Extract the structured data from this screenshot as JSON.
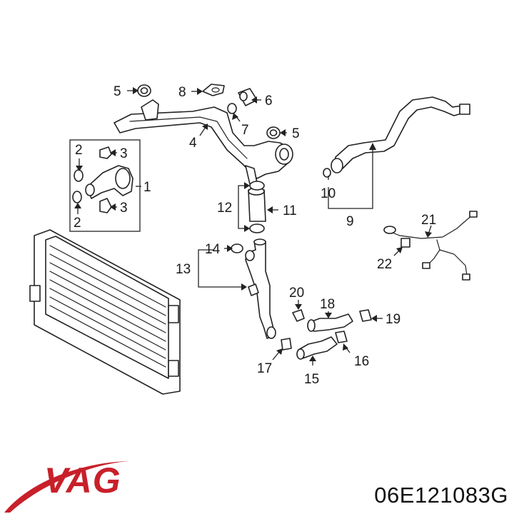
{
  "brand": {
    "name": "VAG",
    "color": "#c8202a"
  },
  "part_number": "06E121083G",
  "callouts": [
    "1",
    "2",
    "2",
    "3",
    "3",
    "4",
    "5",
    "5",
    "6",
    "7",
    "8",
    "9",
    "10",
    "11",
    "12",
    "13",
    "14",
    "15",
    "16",
    "17",
    "18",
    "19",
    "20",
    "21",
    "22"
  ]
}
